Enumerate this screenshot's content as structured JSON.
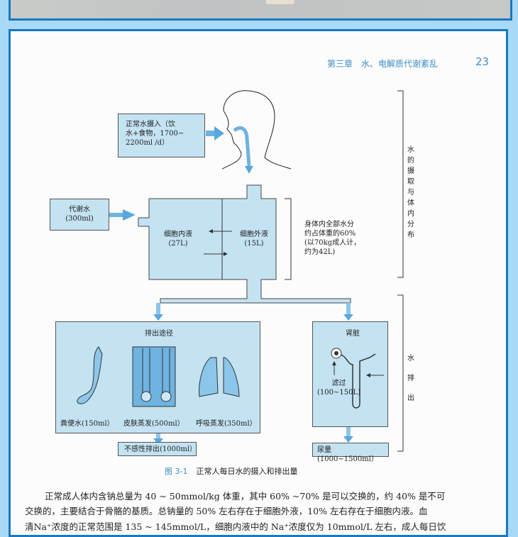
{
  "header": {
    "chapter": "第三章　水、电解质代谢紊乱",
    "page_number": "23"
  },
  "diagram": {
    "intake_box": [
      "正常水摄入（饮",
      "水+食物，1700~",
      "2200ml /d）"
    ],
    "metabolic_water": [
      "代谢水",
      "(300ml)"
    ],
    "intracellular": [
      "细胞内液",
      "(27L)"
    ],
    "extracellular": [
      "细胞外液",
      "(15L)"
    ],
    "total_water_note": [
      "身体内全部水分",
      "约占体重的60%",
      "(以70kg成人计，",
      "约为42L)"
    ],
    "bracket_intake_label": "水的摄取与体内分布",
    "bracket_output_label": "水排出",
    "excretion_title": "排出途径",
    "feces": "粪便水(150ml）",
    "skin": "皮肤蒸发(500ml）",
    "breath": "呼吸蒸发(350ml）",
    "insensible": "不感性排出(1000ml）",
    "kidney_title": "肾脏",
    "filtration": [
      "滤过",
      "(100~150L)"
    ],
    "urine": "尿量(1000~1500ml）"
  },
  "caption": {
    "number": "图 3-1",
    "text": "正常人每日水的摄入和排出量"
  },
  "body_lines": [
    "正常成人体内含钠总量为 40 ~ 50mmol/kg 体重，其中 60% ~70% 是可以交换的，约 40% 是不可",
    "交换的，主要结合于骨骼的基质。总钠量的 50% 左右存在于细胞外液，10% 左右存在于细胞内液。血",
    "清Na⁺浓度的正常范围是 135 ~ 145mmol/L，细胞内液中的 Na⁺浓度仅为 10mmol/L 左右，成人每日饮"
  ]
}
